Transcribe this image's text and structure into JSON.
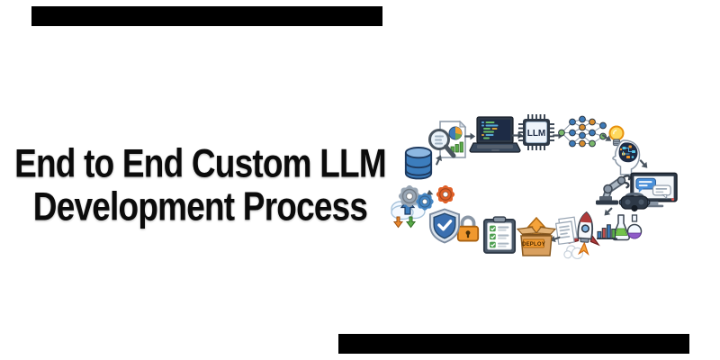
{
  "title": {
    "line1": "End to End Custom LLM",
    "line2": "Development Process",
    "color": "#0b0b0b"
  },
  "accent_bars": {
    "color": "#000000",
    "positions": [
      "top-left",
      "bottom-right"
    ]
  },
  "diagram": {
    "type": "circular-process-loop",
    "chip_label": "LLM",
    "deploy_label": "DEPLOY",
    "steps": [
      "database-storage",
      "data-analysis-report",
      "code-laptop",
      "llm-chip",
      "neural-network",
      "idea-bulb-ai-head",
      "robot-arm-and-chat-monitor",
      "vr-headset",
      "experiment-flasks-and-bar-chart",
      "launch-rocket",
      "documents",
      "deploy-box",
      "checklist-clipboard",
      "security-lock",
      "shield-check",
      "cloud-upload-download",
      "processing-gears"
    ],
    "colors": {
      "blue": "#3d7ab8",
      "light_blue": "#8db8e2",
      "dark_navy": "#2e3947",
      "screen_navy": "#1d2b45",
      "orange": "#f0982e",
      "deep_orange": "#e06028",
      "green": "#5aab4a",
      "red": "#b03a3a",
      "purple": "#8e5ac8",
      "gray": "#9aa7b5",
      "cardboard": "#d9a05f",
      "arrow_gray": "#4a5560"
    }
  }
}
